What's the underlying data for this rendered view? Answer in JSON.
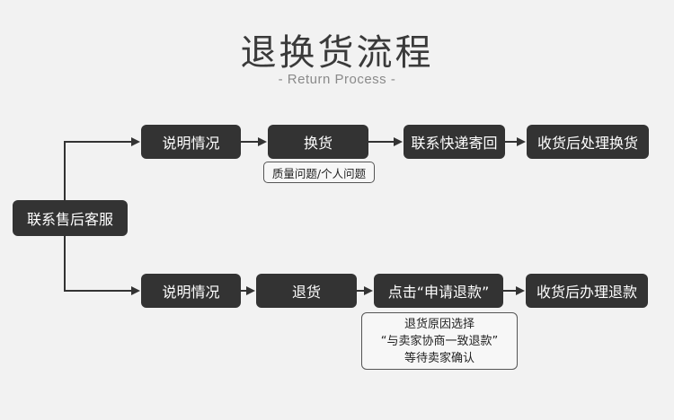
{
  "header": {
    "title": "退换货流程",
    "subtitle": "- Return Process -"
  },
  "start": {
    "label": "联系售后客服"
  },
  "exchange_flow": {
    "steps": [
      "说明情况",
      "换货",
      "联系快递寄回",
      "收货后处理换货"
    ],
    "note": "质量问题/个人问题"
  },
  "return_flow": {
    "steps": [
      "说明情况",
      "退货",
      "点击“申请退款”",
      "收货后办理退款"
    ],
    "note_lines": [
      "退货原因选择",
      "“与卖家协商一致退款”",
      "等待卖家确认"
    ]
  },
  "colors": {
    "node_bg": "#333333",
    "line": "#333333",
    "background": "#f2f2f2"
  }
}
